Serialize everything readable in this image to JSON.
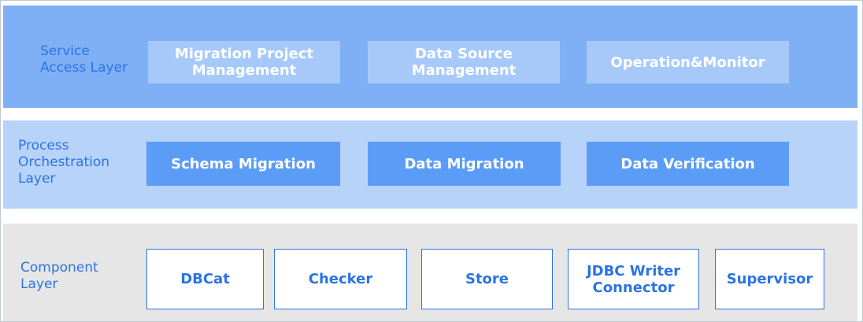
{
  "layers": {
    "service": {
      "label": "Service\nAccess Layer",
      "items": [
        "Migration Project\nManagement",
        "Data Source\nManagement",
        "Operation&Monitor"
      ]
    },
    "process": {
      "label": "Process\nOrchestration\nLayer",
      "items": [
        "Schema Migration",
        "Data Migration",
        "Data Verification"
      ]
    },
    "component": {
      "label": "Component\nLayer",
      "items": [
        "DBCat",
        "Checker",
        "Store",
        "JDBC Writer\nConnector",
        "Supervisor"
      ]
    }
  },
  "colors": {
    "service_band": "#7fb0f6",
    "service_box": "#a6c9fa",
    "process_band": "#b8d3fa",
    "process_box": "#5b9cf7",
    "component_band": "#e6e6e6",
    "component_border": "#2b74e2",
    "label_text": "#2b74e2"
  }
}
